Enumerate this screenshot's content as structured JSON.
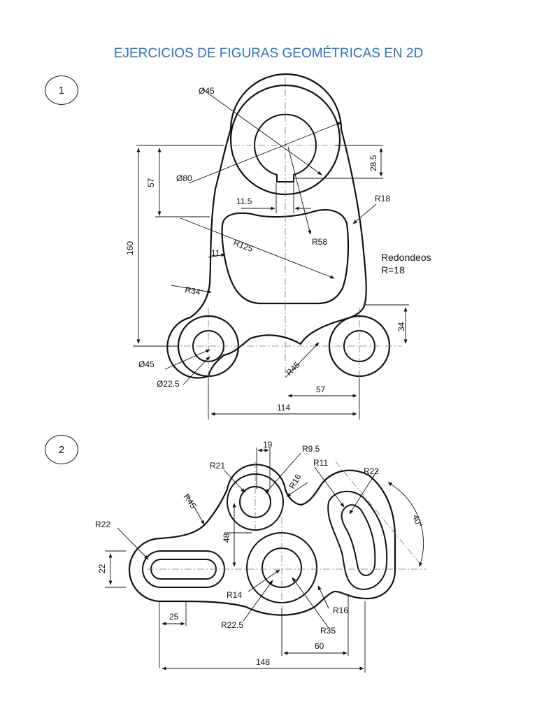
{
  "title": "EJERCICIOS DE FIGURAS GEOMÉTRICAS EN 2D",
  "exercises": [
    {
      "number": "1",
      "dims": {
        "d45_top": "Ø45",
        "d80": "Ø80",
        "d57": "57",
        "d160": "160",
        "d285": "28.5",
        "d115": "11.5",
        "r18": "R18",
        "r58": "R58",
        "r125": "R125",
        "d11": "11",
        "r34": "R34",
        "d34": "34",
        "d45_bottom": "Ø45",
        "d225": "Ø22.5",
        "r45": "R45",
        "d57_bottom": "57",
        "d114": "114"
      },
      "note": [
        "Redondeos",
        "R=18"
      ]
    },
    {
      "number": "2",
      "dims": {
        "d19": "19",
        "r95": "R9.5",
        "r21": "R21",
        "r11": "R11",
        "r16_top": "R16",
        "r22_right": "R22",
        "r45": "R45",
        "ang40": "40°",
        "r22_left": "R22",
        "d48": "48",
        "d22": "22",
        "r14": "R14",
        "r16_bottom": "R16",
        "d25": "25",
        "r225": "R22.5",
        "r35": "R35",
        "d60": "60",
        "d148": "148"
      }
    }
  ],
  "colors": {
    "title": "#2a6fc2",
    "lines": "#111111",
    "dims": "#1f5fa8"
  }
}
